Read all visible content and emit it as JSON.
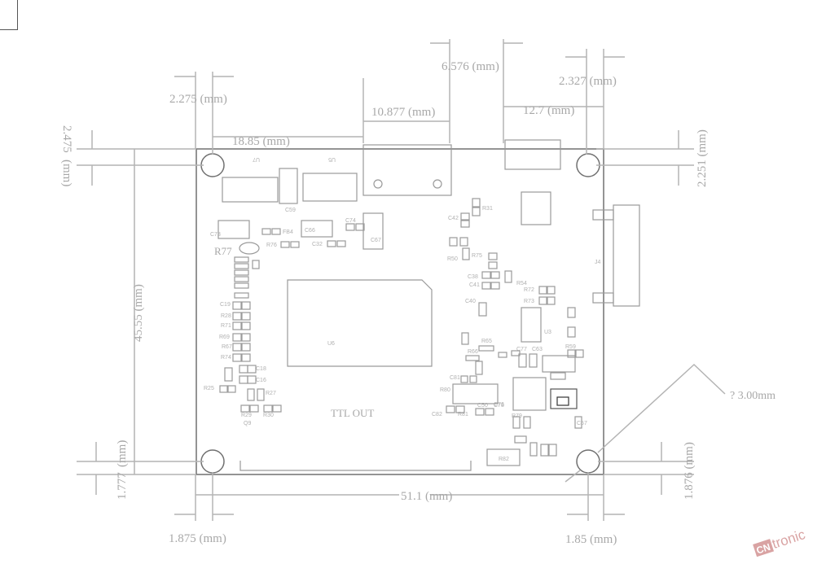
{
  "dimensions": {
    "d_6576": "6.576 (mm)",
    "d_2327": "2.327 (mm)",
    "d_2275": "2.275 (mm)",
    "d_10877": "10.877 (mm)",
    "d_127": "12.7 (mm)",
    "d_1885": "18.85 (mm)",
    "d_2475": "2.475",
    "d_2475_unit": "(mm)",
    "d_2251": "2.251 (mm)",
    "d_4555": "45.55 (mm)",
    "d_1777": "1.777",
    "d_1777_unit": "(mm)",
    "d_1876": "1.876 (mm)",
    "d_511": "51.1 (mm)",
    "d_1875": "1.875 (mm)",
    "d_185": "1.85 (mm)",
    "d_hole": "? 3.00mm"
  },
  "board": {
    "u6": "U6",
    "ttl_out": "TTL OUT",
    "r77": "R77",
    "u7": "U7",
    "u5": "U5",
    "j4": "J4",
    "c73": "C73",
    "fb4": "FB4",
    "r76": "R76",
    "c66": "C66",
    "c32": "C32",
    "c74": "C74",
    "c67": "C67",
    "c59": "C59",
    "c42": "C42",
    "r31": "R31",
    "r50": "R50",
    "r75": "R75",
    "c38": "C38",
    "c41": "C41",
    "r54": "R54",
    "r72": "R72",
    "r73": "R73",
    "c40": "C40",
    "u3": "U3",
    "r59": "R59",
    "c77": "C77",
    "c63": "C63",
    "c81": "C81",
    "r80": "R80",
    "c82": "C82",
    "r81": "R81",
    "c76": "C76",
    "r79": "R79",
    "r82": "R82",
    "c19": "C19",
    "r28": "R28",
    "r71": "R71",
    "r69": "R69",
    "r67": "R67",
    "r74": "R74",
    "c18": "C18",
    "c16": "C16",
    "r25": "R25",
    "r27": "R27",
    "r29": "R29",
    "r30": "R30",
    "q9": "Q9",
    "r65": "R65",
    "r66": "R66",
    "c57": "C57",
    "c78": "C78",
    "c50": "C50"
  },
  "brand": {
    "name": "tronic",
    "prefix": "CN"
  }
}
